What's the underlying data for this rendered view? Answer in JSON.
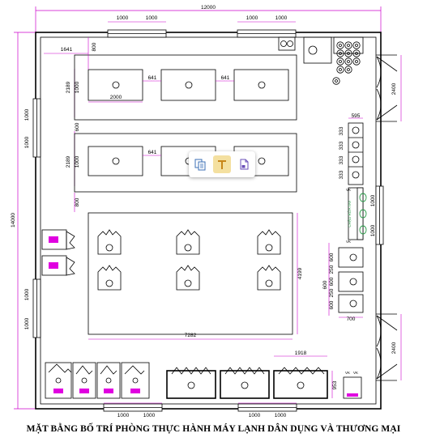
{
  "title": "MẶT BẰNG BỐ TRÍ PHÒNG THỰC HÀNH MÁY LẠNH DÂN DỤNG VÀ THƯƠNG MẠI",
  "dimensions": {
    "overall_width": "12000",
    "overall_height": "14000",
    "top_window_1": "1000",
    "top_window_2": "1000",
    "top_window_3": "1000",
    "top_window_4": "1000",
    "bottom_window_1": "1000",
    "bottom_window_2": "1000",
    "bottom_window_3": "1000",
    "bottom_window_4": "1000",
    "left_window_1": "1000",
    "left_window_2": "1000",
    "left_window_3": "1000",
    "left_window_4": "1000",
    "table_offset_x": "1641",
    "table_offset_y": "800",
    "table_gap_1": "641",
    "table_gap_2": "641",
    "table_gap_3": "641",
    "table_length": "2000",
    "table_row1_height": "2189",
    "table_row2_height": "2189",
    "row_gap": "600",
    "row1_sub": "1000",
    "row2_sub": "1000",
    "row3_gap": "800",
    "units_area_height": "4199",
    "units_area_width": "7282",
    "door_top": "2400",
    "door_bottom": "2400",
    "right_window": "1000",
    "right_window_2": "1000",
    "shelf_width": "595",
    "shelf_1": "333",
    "shelf_2": "333",
    "shelf_3": "333",
    "shelf_4": "333",
    "cabinet_1": "600",
    "cabinet_2": "250",
    "cabinet_3": "600",
    "cabinet_4": "250",
    "cabinet_5": "600",
    "cabinet_6": "600",
    "cabinet_width": "700",
    "bottom_unit_width": "1918",
    "bottom_unit_gap": "953",
    "sink_label": "CHẬU RỬA TAY",
    "sink_side": "VK",
    "sink_side_2": "VK",
    "small_label_1": "VK",
    "small_label_2": "VK"
  },
  "toolbar": {
    "copy_icon": "copy-page-icon",
    "text_icon": "text-tool-icon",
    "page_icon": "page-icon"
  },
  "colors": {
    "lines": "#000000",
    "dimension": "#cc00cc",
    "highlight_magenta": "#e000e0",
    "sink_green": "#2a9d4a",
    "toolbar_active": "#f4e0a0"
  }
}
